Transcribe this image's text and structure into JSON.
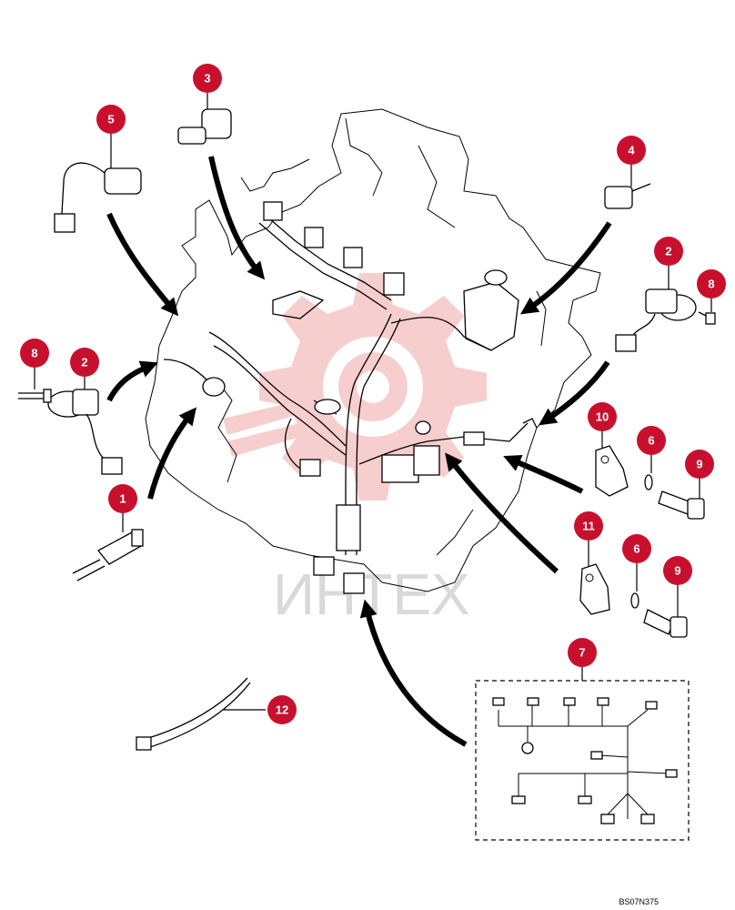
{
  "callouts": [
    {
      "label": "1"
    },
    {
      "label": "2"
    },
    {
      "label": "2"
    },
    {
      "label": "3"
    },
    {
      "label": "4"
    },
    {
      "label": "5"
    },
    {
      "label": "6"
    },
    {
      "label": "6"
    },
    {
      "label": "7"
    },
    {
      "label": "8"
    },
    {
      "label": "8"
    },
    {
      "label": "9"
    },
    {
      "label": "9"
    },
    {
      "label": "10"
    },
    {
      "label": "11"
    },
    {
      "label": "12"
    }
  ],
  "watermark": {
    "text": "ИНТЕХ"
  },
  "reference_code": "BS07N375",
  "colors": {
    "callout": "#c8102e",
    "watermark": "#f4c7c7"
  }
}
